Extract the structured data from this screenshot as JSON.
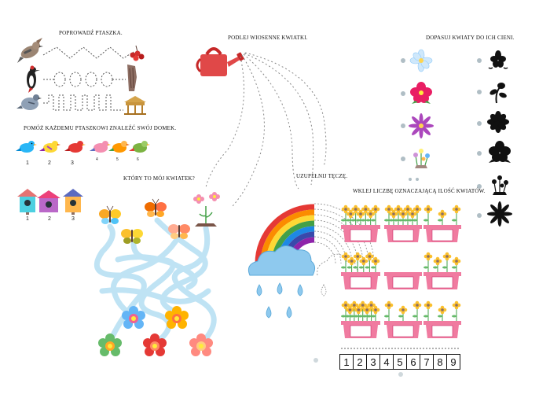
{
  "titles": {
    "bird_trace": "POPROWADŹ PTASZKA.",
    "watering": "PODLEJ WIOSENNE KWIATKI.",
    "shadows": "DOPASUJ KWIATY DO ICH CIENI.",
    "birdhouse": "POMÓŻ KAŻDEMU PTASZKOWI  ZNALEŹĆ SWÓJ DOMEK.",
    "maze": "KTÓRY TO MÓJ KWIATEK?",
    "rainbow": "UZUPEŁNIJ TĘCZĘ.",
    "count": "WKLEJ  LICZBĘ OZNACZAJĄCĄ ILOŚĆ KWIATÓW."
  },
  "bird_numbers": [
    "1",
    "2",
    "3",
    "4",
    "5",
    "6"
  ],
  "house_numbers": [
    "1",
    "2",
    "3"
  ],
  "count_numbers": [
    "1",
    "2",
    "3",
    "4",
    "5",
    "6",
    "7",
    "8",
    "9"
  ],
  "colors": {
    "watering_can": "#e04848",
    "rainbow": [
      "#e53935",
      "#fb8c00",
      "#fdd835",
      "#43a047",
      "#1e88e5",
      "#3949ab",
      "#8e24aa"
    ],
    "cloud": "#8ec9ee",
    "maze_path": "#bfe3f4",
    "pot": "#f07ba0",
    "shadow": "#111111"
  },
  "icons": [
    "bird-icon",
    "woodpecker-icon",
    "pigeon-icon",
    "berries-icon",
    "bark-icon",
    "gazebo-icon",
    "birdhouse-icon",
    "butterfly-icon",
    "flower-icon",
    "watering-can-icon",
    "rainbow-icon",
    "cloud-icon",
    "raindrop-icon",
    "flower-pot-icon",
    "flower-shadow-icon"
  ]
}
